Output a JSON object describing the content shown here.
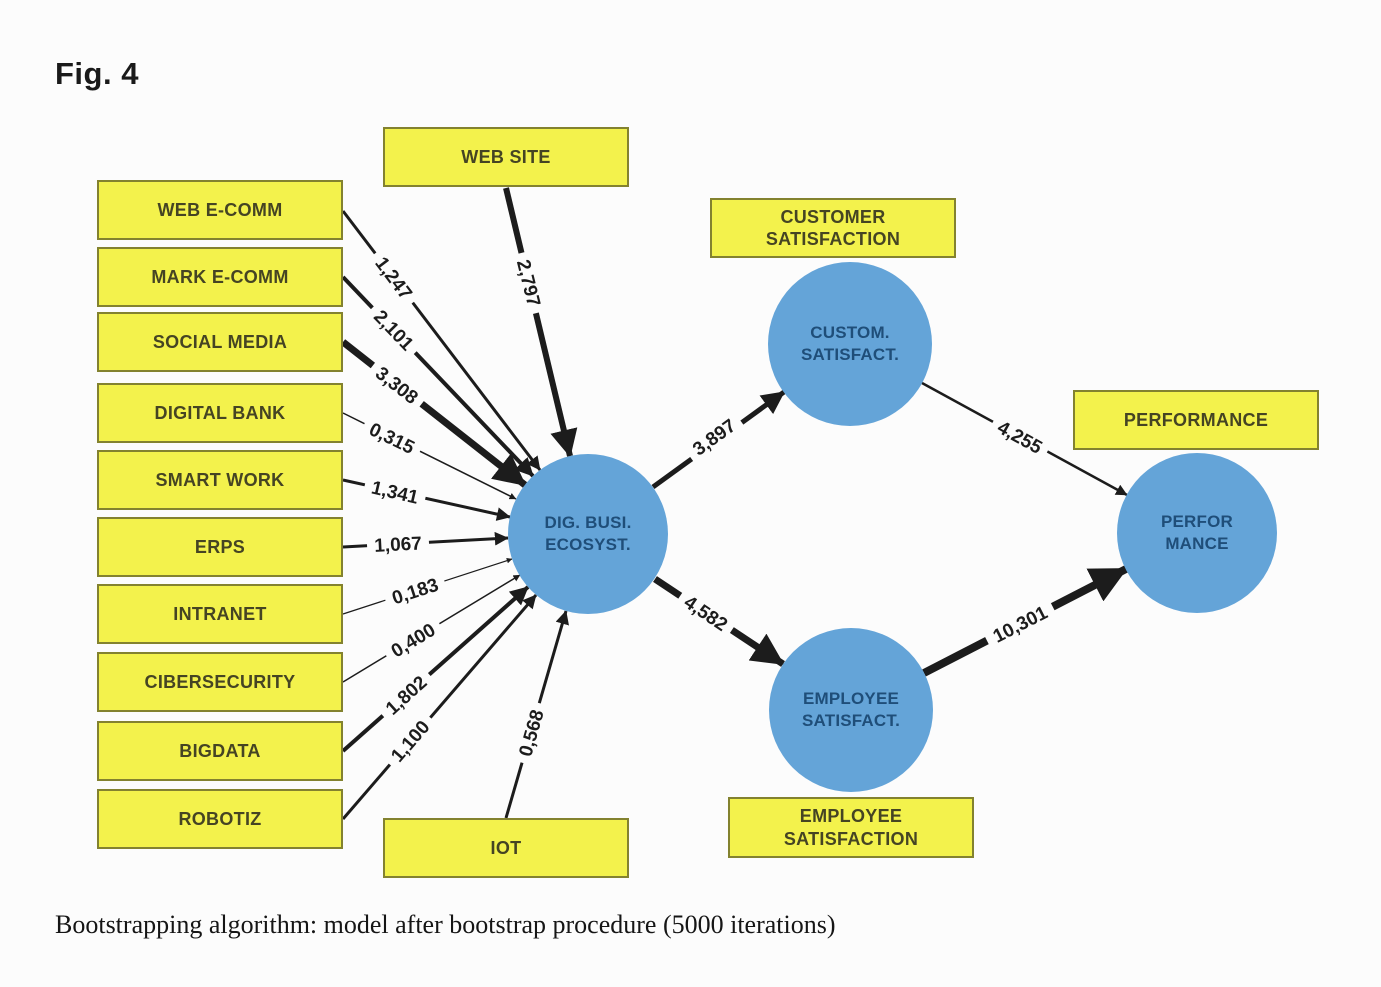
{
  "figure": {
    "label": "Fig. 4",
    "caption": "Bootstrapping algorithm: model after bootstrap procedure (5000 iterations)"
  },
  "indicators": {
    "web_ecomm": {
      "label": "WEB E-COMM",
      "value": "1,247"
    },
    "mark_ecomm": {
      "label": "MARK E-COMM",
      "value": "2,101"
    },
    "social_media": {
      "label": "SOCIAL MEDIA",
      "value": "3,308"
    },
    "digital_bank": {
      "label": "DIGITAL BANK",
      "value": "0,315"
    },
    "smart_work": {
      "label": "SMART WORK",
      "value": "1,341"
    },
    "erps": {
      "label": "ERPS",
      "value": "1,067"
    },
    "intranet": {
      "label": "INTRANET",
      "value": "0,183"
    },
    "cibersecurity": {
      "label": "CIBERSECURITY",
      "value": "0,400"
    },
    "bigdata": {
      "label": "BIGDATA",
      "value": "1,802"
    },
    "robotiz": {
      "label": "ROBOTIZ",
      "value": "1,100"
    },
    "web_site": {
      "label": "WEB SITE",
      "value": "2,797"
    },
    "iot": {
      "label": "IOT",
      "value": "0,568"
    }
  },
  "constructs": {
    "dbe": {
      "label": "DIG. BUSI.\nECOSYST."
    },
    "custom_satisfact": {
      "label": "CUSTOM.\nSATISFACT.",
      "box_label": "CUSTOMER\nSATISFACTION"
    },
    "employee_satisfact": {
      "label": "EMPLOYEE\nSATISFACT.",
      "box_label": "EMPLOYEE\nSATISFACTION"
    },
    "performance": {
      "label": "PERFOR\nMANCE",
      "box_label": "PERFORMANCE"
    }
  },
  "paths": {
    "dbe_to_custom": {
      "value": "3,897"
    },
    "dbe_to_employee": {
      "value": "4,582"
    },
    "custom_to_performance": {
      "value": "4,255"
    },
    "employee_to_performance": {
      "value": "10,301"
    }
  },
  "colors": {
    "indicator_fill": "#f3f24c",
    "indicator_border": "#83822f",
    "construct_fill": "#64a4d8",
    "arrow": "#1c1c1c"
  }
}
